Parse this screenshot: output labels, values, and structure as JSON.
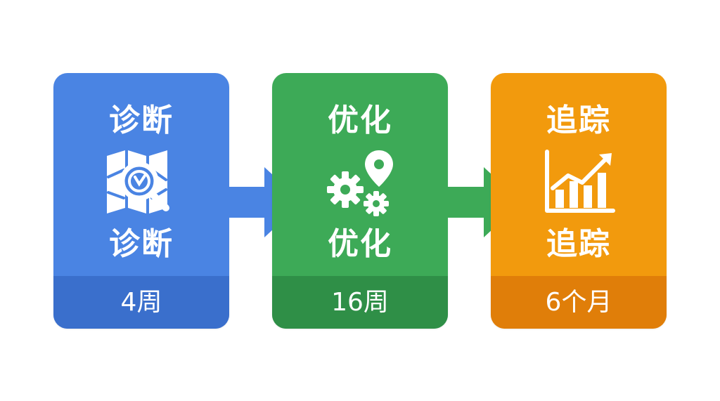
{
  "colors": {
    "blue": "#4a84e3",
    "blue_dark": "#3a6fcc",
    "green": "#3daa57",
    "green_dark": "#2f8f47",
    "orange": "#f29a0d",
    "orange_dark": "#e07e09",
    "arrow_blue": "#4a84e3",
    "arrow_green": "#3daa57"
  },
  "steps": [
    {
      "title": "诊断",
      "subtitle": "诊断",
      "duration": "4周",
      "icon": "map-magnifier-icon"
    },
    {
      "title": "优化",
      "subtitle": "优化",
      "duration": "16周",
      "icon": "gears-location-pin-icon"
    },
    {
      "title": "追踪",
      "subtitle": "追踪",
      "duration": "6个月",
      "icon": "bar-chart-trend-icon"
    }
  ]
}
